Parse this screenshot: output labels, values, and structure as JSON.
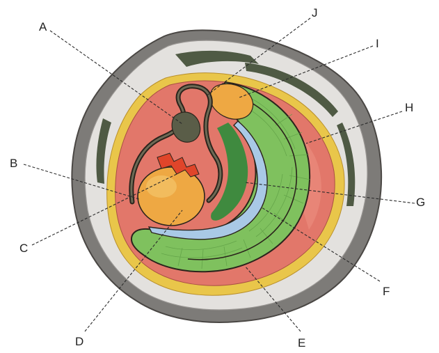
{
  "diagram": {
    "labels": [
      "A",
      "B",
      "C",
      "D",
      "E",
      "F",
      "G",
      "H",
      "I",
      "J"
    ]
  },
  "colors": {
    "shell_outer": "#7d7b78",
    "shell_inner": "#e3e1de",
    "mantle_dark": "#4f5a44",
    "mantle_yellow": "#e9c64a",
    "body_red": "#e2776a",
    "gill_green": "#7fc15e",
    "gill_dark": "#3f8a3f",
    "blue_band": "#a9c9e6",
    "orange": "#eea843",
    "outline": "#2b241c"
  }
}
